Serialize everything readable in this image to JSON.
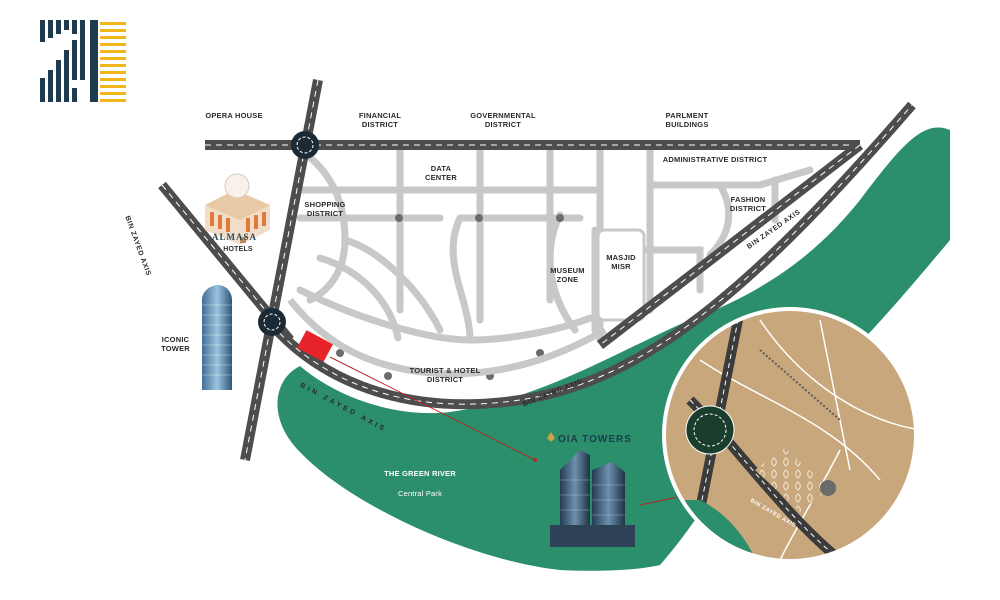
{
  "logo": {
    "label": "21",
    "colors": {
      "navy": "#1f3b4d",
      "gold": "#f2b51c"
    }
  },
  "colors": {
    "road": "#4d4d4d",
    "road_dash": "#ffffff",
    "river": "#2a8f6a",
    "street": "#c8c8c8",
    "plot": "#e8232a",
    "inset_land": "#c9a77c",
    "roundabout": "#1b2a35"
  },
  "districts": {
    "opera_house": "OPERA HOUSE",
    "financial": "FINANCIAL\nDISTRICT",
    "governmental": "GOVERNMENTAL\nDISTRICT",
    "parlment": "PARLMENT\nBUILDINGS",
    "data_center": "DATA\nCENTER",
    "administrative": "ADMINISTRATIVE DISTRICT",
    "fashion": "FASHION\nDISTRICT",
    "shopping": "SHOPPING\nDISTRICT",
    "museum": "MUSEUM\nZONE",
    "masjid": "MASJID\nMISR",
    "tourist": "TOURIST & HOTEL\nDISTRICT",
    "iconic_tower": "ICONIC\nTOWER"
  },
  "roads": {
    "axis_left": "BIN ZAYED AXIS",
    "axis_bottom": "BIN ZAYED AXIS",
    "axis_center": "BIN ZAYED AXIS",
    "axis_right": "BIN ZAYED AXIS",
    "axis_inset": "BIN ZAYED AXIS"
  },
  "park": {
    "name": "THE GREEN RIVER",
    "subtitle": "Central Park"
  },
  "almasa": {
    "brand": "ALMASA",
    "sub": "HOTELS"
  },
  "oia": {
    "brand": "OIA TOWERS"
  },
  "icons": [
    "roundabout-icon",
    "iconic-tower-icon",
    "almasa-building-icon",
    "oia-towers-icon",
    "plot-pattern-icon"
  ]
}
